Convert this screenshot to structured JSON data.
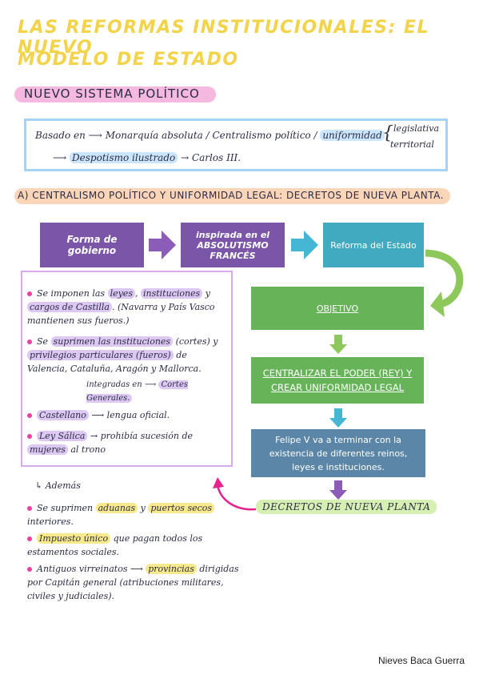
{
  "title": {
    "line1": "Las reformas institucionales: el nuevo",
    "line2": "modelo de estado"
  },
  "section": {
    "heading": "Nuevo sistema político"
  },
  "intro_box": {
    "basado_en": "Basado en",
    "monarquia": "Monarquía absoluta",
    "centralismo": "Centralismo político",
    "uniformidad": "uniformidad",
    "legislativa": "legislativa",
    "territorial": "territorial",
    "despotismo": "Despotismo ilustrado",
    "carlos": "Carlos III."
  },
  "subsection": {
    "heading": "A) Centralismo político y uniformidad legal: Decretos de Nueva Planta."
  },
  "flow": {
    "box1": "Forma de gobierno",
    "box2_line1": "inspirada en el",
    "box2_line2": "ABSOLUTISMO FRANCÉS",
    "box3": "Reforma del Estado",
    "objetivo": "OBJETIVO",
    "centralizar": "CENTRALIZAR EL PODER (REY) Y CREAR UNIFORMIDAD LEGAL",
    "felipe": "Felipe V va a terminar con la existencia de diferentes reinos, leyes e instituciones.",
    "decretos": "Decretos de Nueva Planta"
  },
  "panel": {
    "b1_a": "Se imponen las",
    "b1_leyes": "leyes",
    "b1_inst": "instituciones",
    "b1_y": "y",
    "b1_cargos": "cargos de Castilla",
    "b1_rest": ". (Navarra y País Vasco mantienen sus fueros.)",
    "b2_a": "Se",
    "b2_suprimen": "suprimen las instituciones",
    "b2_b": "(cortes) y",
    "b2_privilegios": "privilegios particulares (fueros)",
    "b2_c": "de Valencia, Cataluña, Aragón y Mallorca.",
    "b2_integradas": "integradas en",
    "b2_cortes": "Cortes Generales.",
    "b3_castellano": "Castellano",
    "b3_rest": "lengua oficial.",
    "b4_ley": "Ley Sálica",
    "b4_a": "prohibía sucesión de",
    "b4_mujeres": "mujeres",
    "b4_b": "al trono"
  },
  "extra": {
    "ademas": "Además",
    "e1_a": "Se suprimen",
    "e1_aduanas": "aduanas",
    "e1_y": "y",
    "e1_puertos": "puertos secos",
    "e1_b": "interiores.",
    "e2_impuesto": "Impuesto único",
    "e2_a": "que pagan todos los estamentos sociales.",
    "e3_a": "Antiguos virreinatos",
    "e3_provincias": "provincias",
    "e3_b": "dirigidas por Capitán general (atribuciones militares, civiles y judiciales)."
  },
  "author": "Nieves Baca Guerra",
  "colors": {
    "title_yellow": "#f2d34a",
    "flow_purple": "#7a55a8",
    "flow_teal": "#41a9c0",
    "flow_green": "#67b458",
    "flow_slate": "#5b86a8",
    "arrow_purple": "#8b5cb8",
    "arrow_teal": "#45b7d4",
    "arrow_green": "#8fc85a",
    "callout_pink": "#e8228c"
  }
}
